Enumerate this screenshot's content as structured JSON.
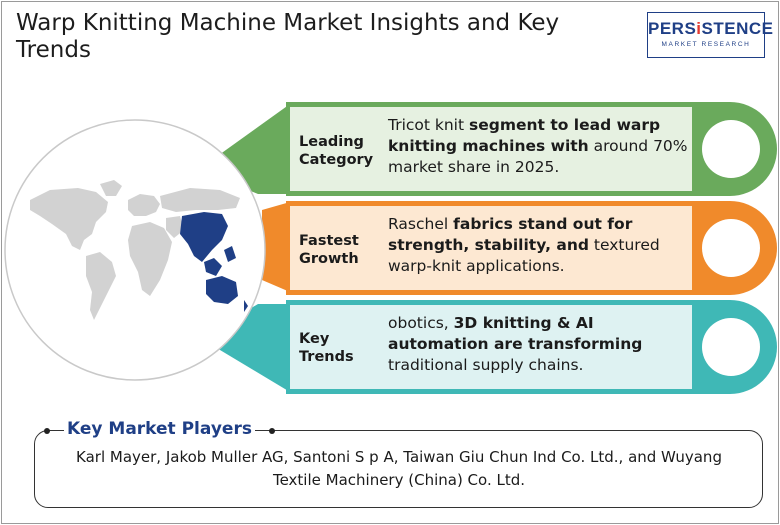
{
  "title": "Warp Knitting Machine Market Insights and Key Trends",
  "logo": {
    "main_prefix": "PERS",
    "main_accent": "i",
    "main_suffix": "STENCE",
    "sub": "MARKET RESEARCH"
  },
  "rows": [
    {
      "label": "Leading Category",
      "text_parts": [
        {
          "text": "Tricot knit ",
          "bold": false
        },
        {
          "text": "segment to lead warp knitting machines with",
          "bold": true
        },
        {
          "text": " around 70% market share in 2025.",
          "bold": false
        }
      ],
      "color": "#6aaa5c"
    },
    {
      "label": "Fastest Growth",
      "text_parts": [
        {
          "text": "Raschel ",
          "bold": false
        },
        {
          "text": "fabrics stand out for strength, stability, and",
          "bold": true
        },
        {
          "text": " textured warp-knit applications.",
          "bold": false
        }
      ],
      "color": "#f08a2b"
    },
    {
      "label": "Key Trends",
      "text_parts": [
        {
          "text": "obotics, ",
          "bold": false
        },
        {
          "text": "3D knitting & AI automation are transforming",
          "bold": true
        },
        {
          "text": " traditional supply chains.",
          "bold": false
        }
      ],
      "color": "#3fb8b6"
    }
  ],
  "players": {
    "title": "Key Market Players",
    "text": "Karl Mayer, Jakob Muller AG, Santoni S p A, Taiwan Giu Chun Ind Co. Ltd., and Wuyang Textile Machinery (China) Co. Ltd."
  },
  "colors": {
    "green": "#6aaa5c",
    "green_light": "#e6f1e1",
    "orange": "#f08a2b",
    "orange_light": "#fde8d2",
    "teal": "#3fb8b6",
    "teal_light": "#def2f2",
    "map_gray": "#d2d2d2",
    "map_highlight": "#1f3f86",
    "brand_blue": "#1f3f86"
  },
  "icons": [
    "world-map-icon"
  ]
}
